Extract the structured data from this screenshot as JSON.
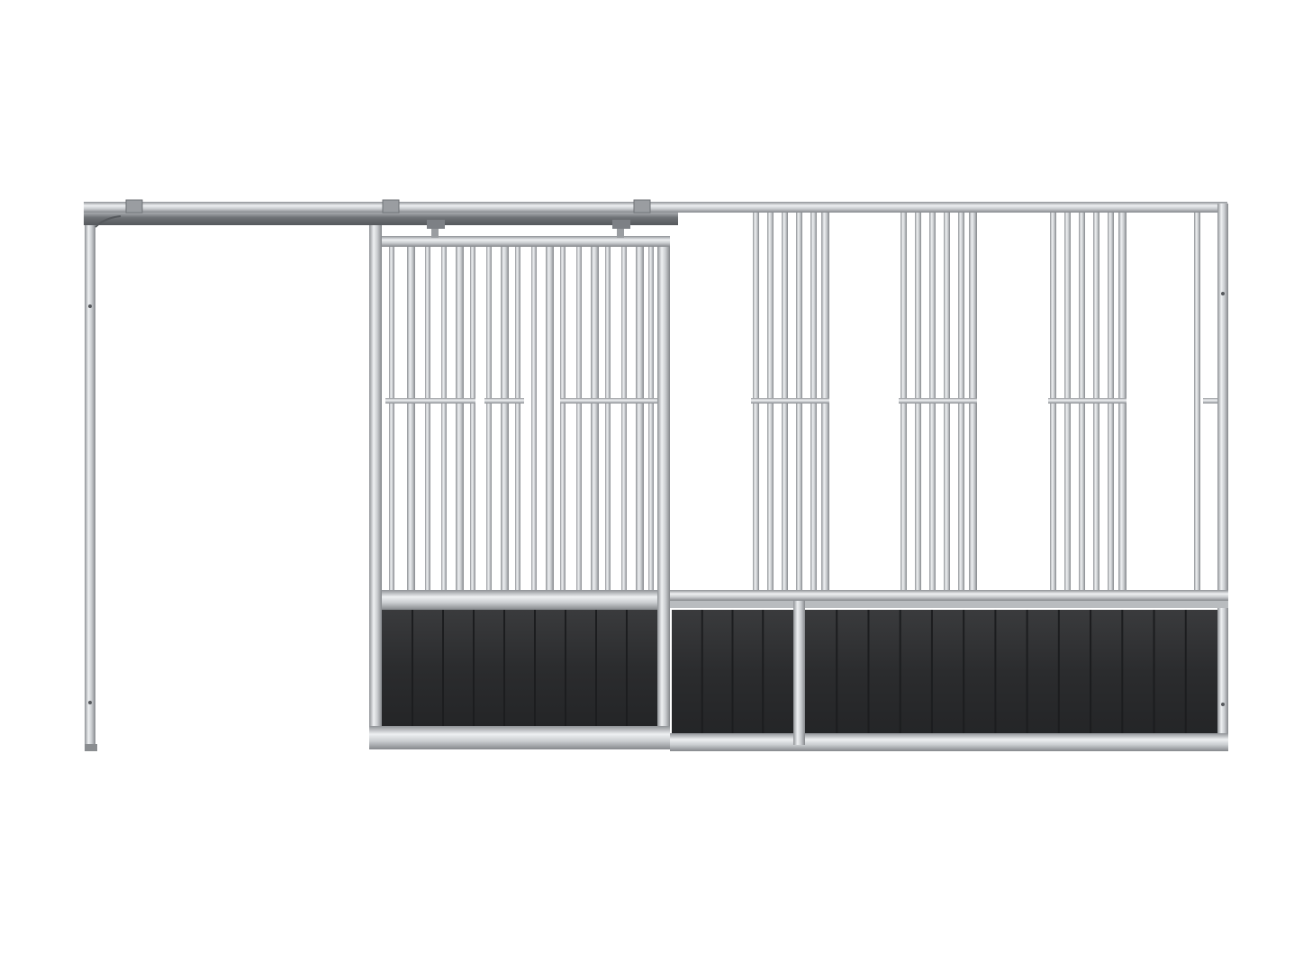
{
  "scene": {
    "subject": "sliding-door-horse-stall-front",
    "background_color": "#ffffff",
    "colors": {
      "steel_light": "#e4e6e8",
      "steel_mid": "#b9bcbf",
      "steel_dark": "#8a8d90",
      "rail_dark": "#7d8085",
      "panel_dark": "#2b2c2e",
      "panel_seam": "#1c1d1f",
      "panel_highlight": "#3a3b3d",
      "hardware": "#9a9da1"
    },
    "door": {
      "state": "open",
      "mechanism": "top-rail-sliding",
      "roller_count": 2
    },
    "fixed_section": {
      "lower_board_panels": 2,
      "upper_bar_groups": 3
    }
  }
}
